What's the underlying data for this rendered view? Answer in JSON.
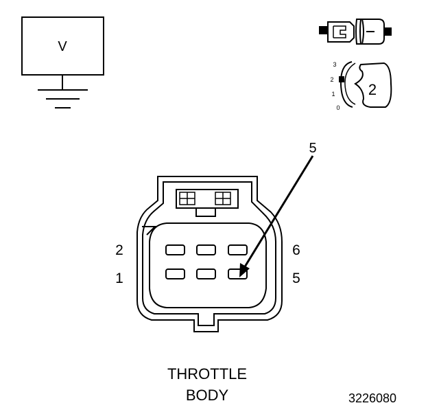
{
  "meter": {
    "symbol": "V",
    "ground_icon": "ground-icon"
  },
  "probe_icon": {
    "connector_icon": "terminal-probe-connector-icon",
    "selector_icon": "rotary-selector-icon",
    "scale": [
      "3",
      "2",
      "1",
      "0"
    ],
    "selected": "2"
  },
  "connector": {
    "callout_pin": "5",
    "left_labels": [
      "2",
      "1"
    ],
    "right_labels": [
      "6",
      "5"
    ],
    "name_line1": "THROTTLE",
    "name_line2": "BODY"
  },
  "figure_number": "3226080"
}
